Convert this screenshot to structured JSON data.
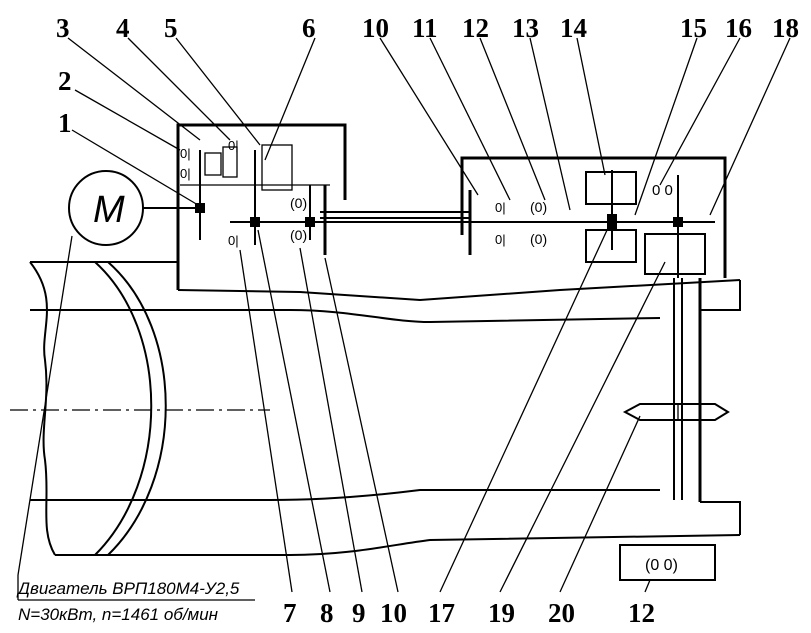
{
  "top_labels": [
    "3",
    "4",
    "5",
    "6",
    "10",
    "11",
    "12",
    "13",
    "14",
    "15",
    "16",
    "18"
  ],
  "left_labels": [
    "2",
    "1"
  ],
  "bottom_labels": [
    "7",
    "8",
    "9",
    "10",
    "17",
    "19",
    "20",
    "12"
  ],
  "motor_symbol": "M",
  "motor_note": {
    "line1": "Двигатель ВРП180М4-У2,5",
    "line2": "N=30кВт, n=1461 об/мин"
  }
}
